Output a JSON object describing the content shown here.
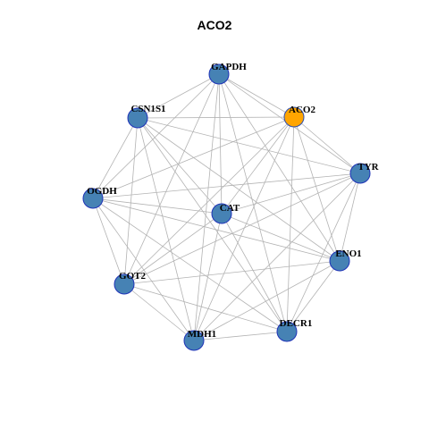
{
  "title": "ACO2",
  "colors": {
    "node_fill": "#4682b4",
    "node_stroke": "#1f33b8",
    "highlight_fill": "#ffa500",
    "highlight_stroke": "#2d4fb0",
    "edge": "#b3b3b3"
  },
  "nodes": [
    {
      "id": "GAPDH",
      "label": "GAPDH",
      "highlight": false
    },
    {
      "id": "ACO2",
      "label": "ACO2",
      "highlight": true
    },
    {
      "id": "CSN1S1",
      "label": "CSN1S1",
      "highlight": false
    },
    {
      "id": "TYR",
      "label": "TYR",
      "highlight": false
    },
    {
      "id": "OGDH",
      "label": "OGDH",
      "highlight": false
    },
    {
      "id": "CAT",
      "label": "CAT",
      "highlight": false
    },
    {
      "id": "ENO1",
      "label": "ENO1",
      "highlight": false
    },
    {
      "id": "GOT2",
      "label": "GOT2",
      "highlight": false
    },
    {
      "id": "DECR1",
      "label": "DECR1",
      "highlight": false
    },
    {
      "id": "MDH1",
      "label": "MDH1",
      "highlight": false
    }
  ],
  "edges": [
    [
      "GAPDH",
      "ACO2"
    ],
    [
      "GAPDH",
      "CSN1S1"
    ],
    [
      "GAPDH",
      "TYR"
    ],
    [
      "GAPDH",
      "OGDH"
    ],
    [
      "GAPDH",
      "CAT"
    ],
    [
      "GAPDH",
      "ENO1"
    ],
    [
      "GAPDH",
      "GOT2"
    ],
    [
      "GAPDH",
      "DECR1"
    ],
    [
      "GAPDH",
      "MDH1"
    ],
    [
      "ACO2",
      "CSN1S1"
    ],
    [
      "ACO2",
      "TYR"
    ],
    [
      "ACO2",
      "OGDH"
    ],
    [
      "ACO2",
      "CAT"
    ],
    [
      "ACO2",
      "ENO1"
    ],
    [
      "ACO2",
      "GOT2"
    ],
    [
      "ACO2",
      "DECR1"
    ],
    [
      "ACO2",
      "MDH1"
    ],
    [
      "CSN1S1",
      "TYR"
    ],
    [
      "CSN1S1",
      "OGDH"
    ],
    [
      "CSN1S1",
      "CAT"
    ],
    [
      "CSN1S1",
      "ENO1"
    ],
    [
      "CSN1S1",
      "GOT2"
    ],
    [
      "CSN1S1",
      "DECR1"
    ],
    [
      "CSN1S1",
      "MDH1"
    ],
    [
      "TYR",
      "OGDH"
    ],
    [
      "TYR",
      "CAT"
    ],
    [
      "TYR",
      "ENO1"
    ],
    [
      "TYR",
      "GOT2"
    ],
    [
      "TYR",
      "DECR1"
    ],
    [
      "TYR",
      "MDH1"
    ],
    [
      "OGDH",
      "CAT"
    ],
    [
      "OGDH",
      "ENO1"
    ],
    [
      "OGDH",
      "GOT2"
    ],
    [
      "OGDH",
      "DECR1"
    ],
    [
      "OGDH",
      "MDH1"
    ],
    [
      "CAT",
      "ENO1"
    ],
    [
      "CAT",
      "DECR1"
    ],
    [
      "CAT",
      "MDH1"
    ],
    [
      "CAT",
      "GOT2"
    ],
    [
      "ENO1",
      "GOT2"
    ],
    [
      "ENO1",
      "DECR1"
    ],
    [
      "ENO1",
      "MDH1"
    ],
    [
      "GOT2",
      "DECR1"
    ],
    [
      "GOT2",
      "MDH1"
    ],
    [
      "DECR1",
      "MDH1"
    ]
  ]
}
